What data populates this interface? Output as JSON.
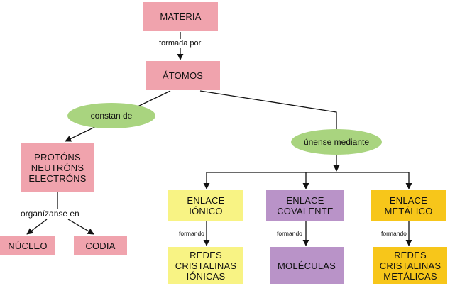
{
  "nodes": {
    "materia": "MATERIA",
    "atomos": "ÁTOMOS",
    "particulas": "PROTÓNS\nNEUTRÓNS\nELECTRÓNS",
    "nucleo": "NÚCLEO",
    "codia": "CODIA",
    "enlace_ionico": "ENLACE\nIÓNICO",
    "enlace_covalente": "ENLACE\nCOVALENTE",
    "enlace_metalico": "ENLACE\nMETÁLICO",
    "redes_ionicas": "REDES\nCRISTALINAS\nIÓNICAS",
    "moleculas": "MOLÉCULAS",
    "redes_metalicas": "REDES\nCRISTALINAS\nMETÁLICAS"
  },
  "connectors": {
    "formada_por": "formada por",
    "constan_de": "constan de",
    "unense_mediante": "únense mediante",
    "organizanse_en": "organízanse en",
    "formando_1": "formando",
    "formando_2": "formando",
    "formando_3": "formando"
  },
  "colors": {
    "pink": "#f0a3ad",
    "green": "#a9d47f",
    "yellow": "#f8f384",
    "purple": "#b993c8",
    "orange": "#f7c61a"
  }
}
